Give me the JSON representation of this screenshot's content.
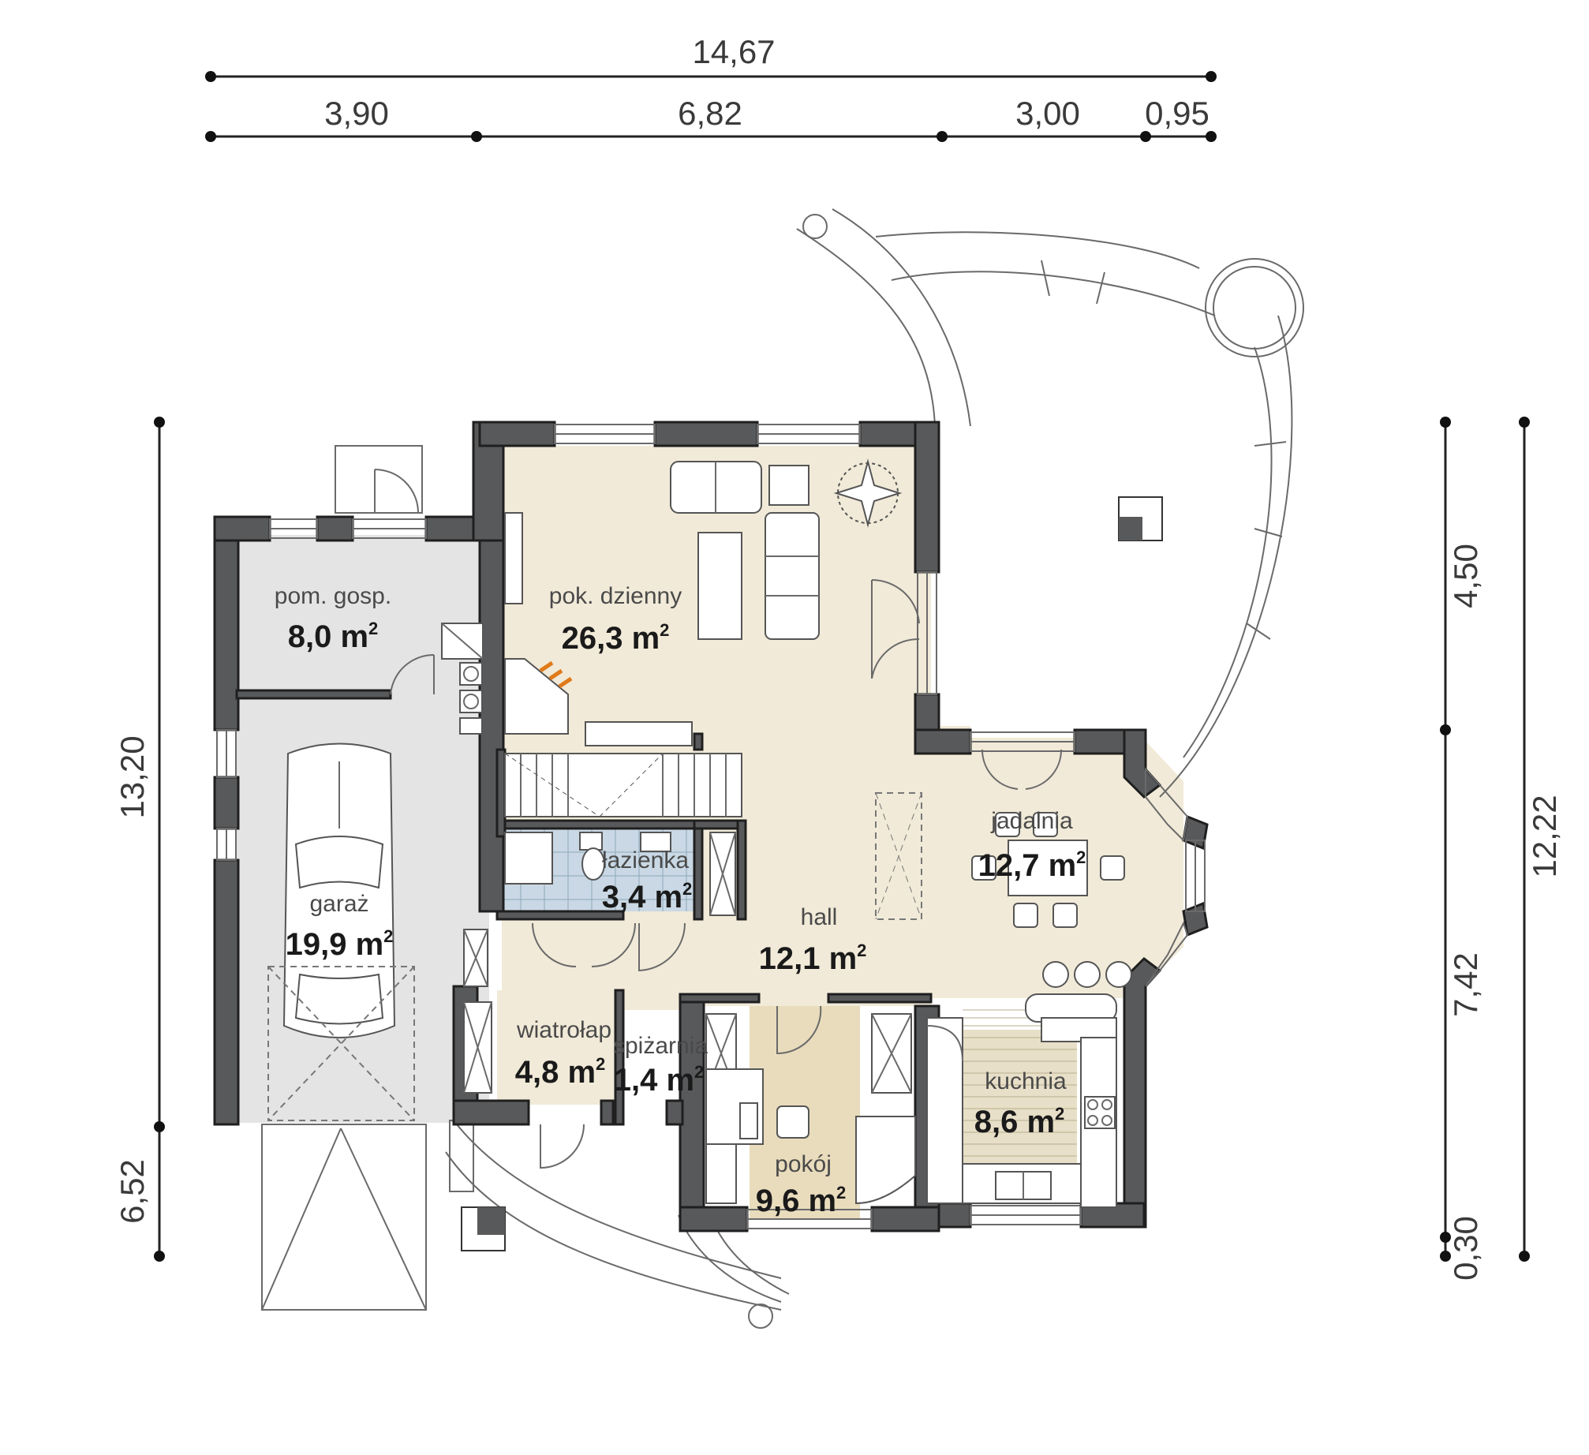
{
  "dimensions": {
    "top_total": "14,67",
    "top_segments": [
      "3,90",
      "6,82",
      "3,00",
      "0,95"
    ],
    "left_total": "13,20",
    "left_bottom": "6,52",
    "right_segments": [
      "4,50",
      "7,42",
      "0,30"
    ],
    "right_total": "12,22"
  },
  "rooms": [
    {
      "name": "pom. gosp.",
      "area": "8,0 m",
      "sup": "2"
    },
    {
      "name": "pok. dzienny",
      "area": "26,3 m",
      "sup": "2"
    },
    {
      "name": "łazienka",
      "area": "3,4 m",
      "sup": "2"
    },
    {
      "name": "garaż",
      "area": "19,9 m",
      "sup": "2"
    },
    {
      "name": "hall",
      "area": "12,1 m",
      "sup": "2"
    },
    {
      "name": "jadalnia",
      "area": "12,7 m",
      "sup": "2"
    },
    {
      "name": "wiatrołap",
      "area": "4,8 m",
      "sup": "2"
    },
    {
      "name": "spiżarnia",
      "area": "1,4 m",
      "sup": "2"
    },
    {
      "name": "kuchnia",
      "area": "8,6 m",
      "sup": "2"
    },
    {
      "name": "pokój",
      "area": "9,6 m",
      "sup": "2"
    }
  ],
  "colors": {
    "wall": "#58595b",
    "living_floor": "#f1ead8",
    "garage_floor": "#e4e4e4",
    "bath_floor": "#c9d8e4",
    "room_floor": "#e9dcbc",
    "kitchen_wood": "#e8dfc8"
  }
}
